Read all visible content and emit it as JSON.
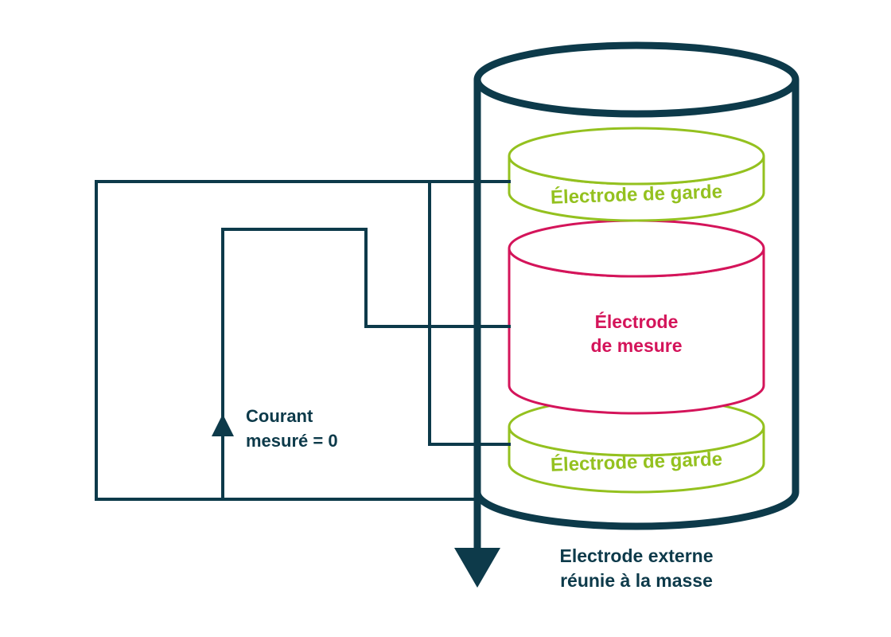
{
  "labels": {
    "guard_top": "Électrode de garde",
    "measure_line1": "Électrode",
    "measure_line2": "de mesure",
    "guard_bottom": "Électrode de garde",
    "current_line1": "Courant",
    "current_line2": "mesuré = 0",
    "external_line1": "Electrode externe",
    "external_line2": "réunie à la masse"
  },
  "colors": {
    "wire": "#0d3a4a",
    "guard": "#94c11f",
    "measure": "#d4145a",
    "background": "#ffffff"
  },
  "icons": {
    "current_arrow": "arrow-up-icon",
    "ground_arrow": "arrow-down-icon"
  }
}
